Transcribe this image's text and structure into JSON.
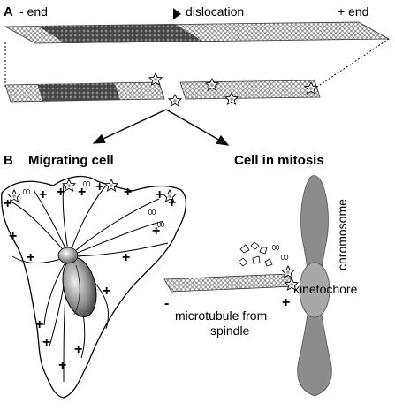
{
  "panel_a": {
    "label": "A",
    "minus_end": "- end",
    "dislocation": "dislocation",
    "plus_end": "+ end"
  },
  "panel_b": {
    "label": "B",
    "migrating_cell": "Migrating cell",
    "cell_in_mitosis": "Cell in mitosis",
    "chromosome": "chromosome",
    "kinetochore": "kinetochore",
    "microtubule_line1": "microtubule from",
    "microtubule_line2": "spindle",
    "minus_sign": "-",
    "plus_sign": "+"
  },
  "colors": {
    "dark_lattice": "#555555",
    "light_lattice": "#cfcfcf",
    "chromosome": "#8c8c8c",
    "kinetochore": "#a8a8a8"
  }
}
